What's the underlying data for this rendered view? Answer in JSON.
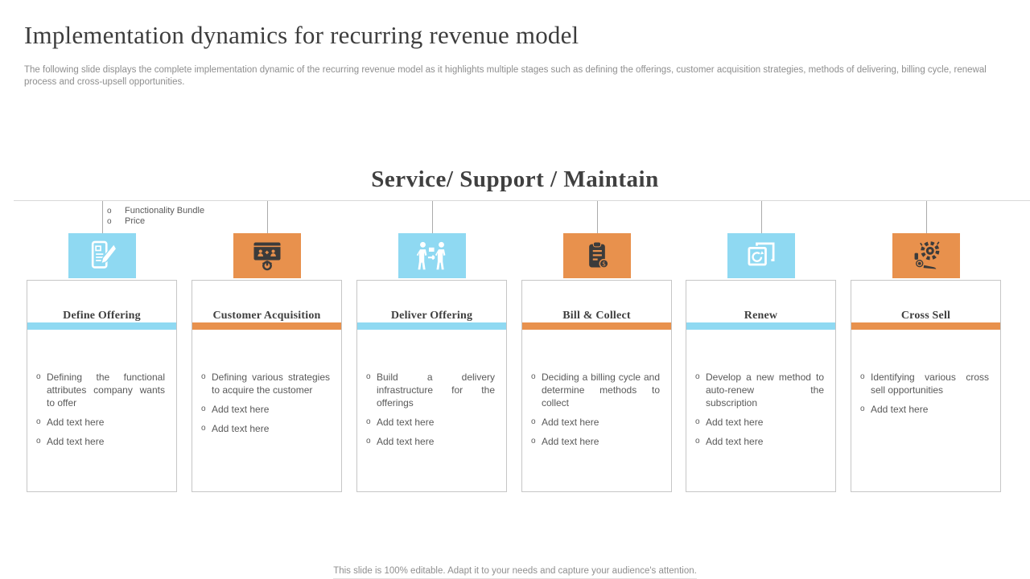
{
  "slide": {
    "title": "Implementation dynamics for recurring revenue model",
    "subtitle": "The following slide displays the complete implementation dynamic of the recurring revenue model as it highlights multiple stages such as defining the offerings, customer acquisition strategies, methods of delivering, billing cycle, renewal process and cross-upsell opportunities.",
    "section_heading": "Service/ Support / Maintain",
    "footer": "This slide is 100% editable. Adapt it to your needs and capture your audience's attention."
  },
  "annotation": {
    "items": [
      "Functionality Bundle",
      "Price"
    ]
  },
  "colors": {
    "blue": "#8fd9f2",
    "orange": "#e8914d",
    "icon_dark": "#3b3b3b"
  },
  "columns": [
    {
      "title": "Define Offering",
      "accent": "blue",
      "icon": "document-edit-icon",
      "bullets": [
        "Defining the functional attributes company wants to offer",
        "Add text here",
        "Add text here"
      ]
    },
    {
      "title": "Customer Acquisition",
      "accent": "orange",
      "icon": "browser-users-icon",
      "bullets": [
        "Defining various strategies to acquire the customer",
        "Add text here",
        "Add text here"
      ]
    },
    {
      "title": "Deliver Offering",
      "accent": "blue",
      "icon": "people-exchange-icon",
      "bullets": [
        "Build a delivery infrastructure for the offerings",
        "Add text here",
        "Add text here"
      ]
    },
    {
      "title": "Bill & Collect",
      "accent": "orange",
      "icon": "billing-clipboard-icon",
      "bullets": [
        "Deciding a billing cycle and determine methods to collect",
        "Add text here",
        "Add text here"
      ]
    },
    {
      "title": "Renew",
      "accent": "blue",
      "icon": "renew-icon",
      "bullets": [
        "Develop a new method to auto-renew the subscription",
        "Add text here",
        "Add text here"
      ]
    },
    {
      "title": "Cross Sell",
      "accent": "orange",
      "icon": "cross-sell-gear-icon",
      "bullets": [
        "Identifying various cross sell opportunities",
        "Add text here"
      ]
    }
  ]
}
